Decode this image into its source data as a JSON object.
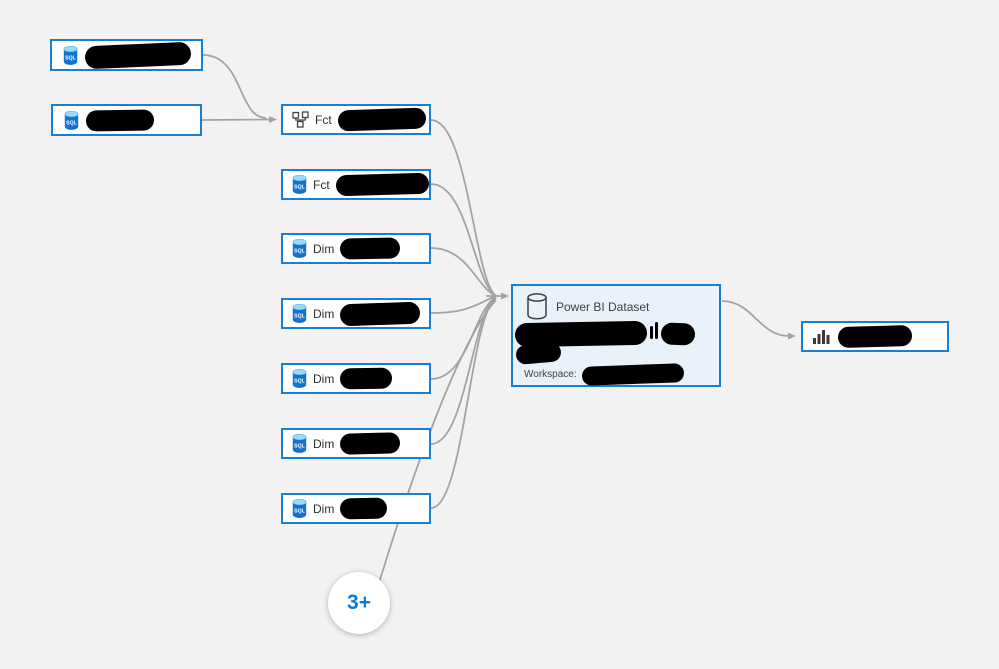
{
  "colors": {
    "background": "#f2f2f2",
    "node_border": "#1780d6",
    "node_fill": "#ffffff",
    "dataset_fill": "#e9f2fb",
    "connector": "#a3a3a3",
    "redaction": "#000000",
    "more_badge_text": "#0d7ad4",
    "icon_outline": "#3f3f3f",
    "sql_icon_body": "#1273cf",
    "sql_icon_top": "#9bd9f4"
  },
  "diagram": {
    "sql_icon_text": "SQL",
    "sources": [
      {
        "icon": "sql-database-icon",
        "redacted": true
      },
      {
        "icon": "sql-database-icon",
        "redacted": true
      }
    ],
    "tables": [
      {
        "icon": "lineage-hierarchy-icon",
        "prefix": "Fct",
        "redacted": true
      },
      {
        "icon": "sql-database-icon",
        "prefix": "Fct",
        "redacted": true
      },
      {
        "icon": "sql-database-icon",
        "prefix": "Dim",
        "redacted": true
      },
      {
        "icon": "sql-database-icon",
        "prefix": "Dim",
        "redacted": true
      },
      {
        "icon": "sql-database-icon",
        "prefix": "Dim",
        "redacted": true
      },
      {
        "icon": "sql-database-icon",
        "prefix": "Dim",
        "redacted": true
      },
      {
        "icon": "sql-database-icon",
        "prefix": "Dim",
        "redacted": true
      }
    ],
    "dataset": {
      "icon": "database-cylinder-icon",
      "type_label": "Power BI Dataset",
      "workspace_label": "Workspace:",
      "name_redacted": true,
      "workspace_redacted": true
    },
    "report": {
      "icon": "bar-chart-icon",
      "redacted": true
    },
    "more_badge": {
      "label": "3+"
    }
  }
}
